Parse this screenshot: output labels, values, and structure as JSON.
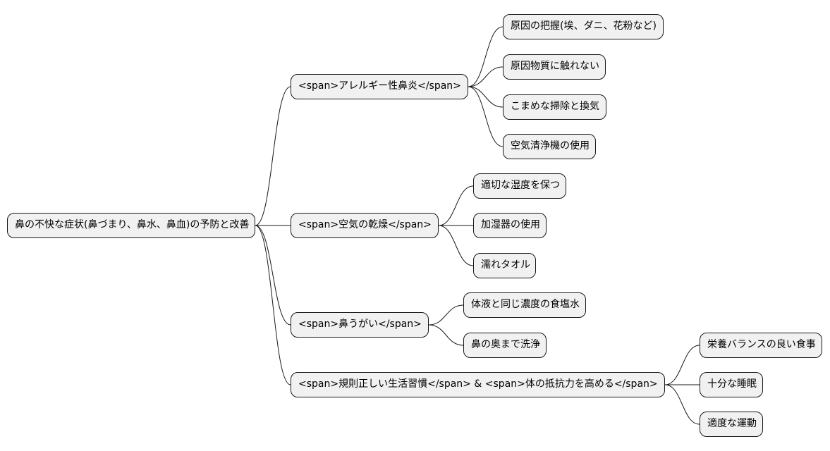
{
  "mindmap": {
    "root": "鼻の不快な症状(鼻づまり、鼻水、鼻血)の予防と改善",
    "branches": [
      {
        "label": "<span>アレルギー性鼻炎</span>",
        "children": [
          "原因の把握(埃、ダニ、花粉など)",
          "原因物質に触れない",
          "こまめな掃除と換気",
          "空気清浄機の使用"
        ]
      },
      {
        "label": "<span>空気の乾燥</span>",
        "children": [
          "適切な湿度を保つ",
          "加湿器の使用",
          "濡れタオル"
        ]
      },
      {
        "label": "<span>鼻うがい</span>",
        "children": [
          "体液と同じ濃度の食塩水",
          "鼻の奥まで洗浄"
        ]
      },
      {
        "label": "<span>規則正しい生活習慣</span> & <span>体の抵抗力を高める</span>",
        "children": [
          "栄養バランスの良い食事",
          "十分な睡眠",
          "適度な運動"
        ]
      }
    ]
  }
}
